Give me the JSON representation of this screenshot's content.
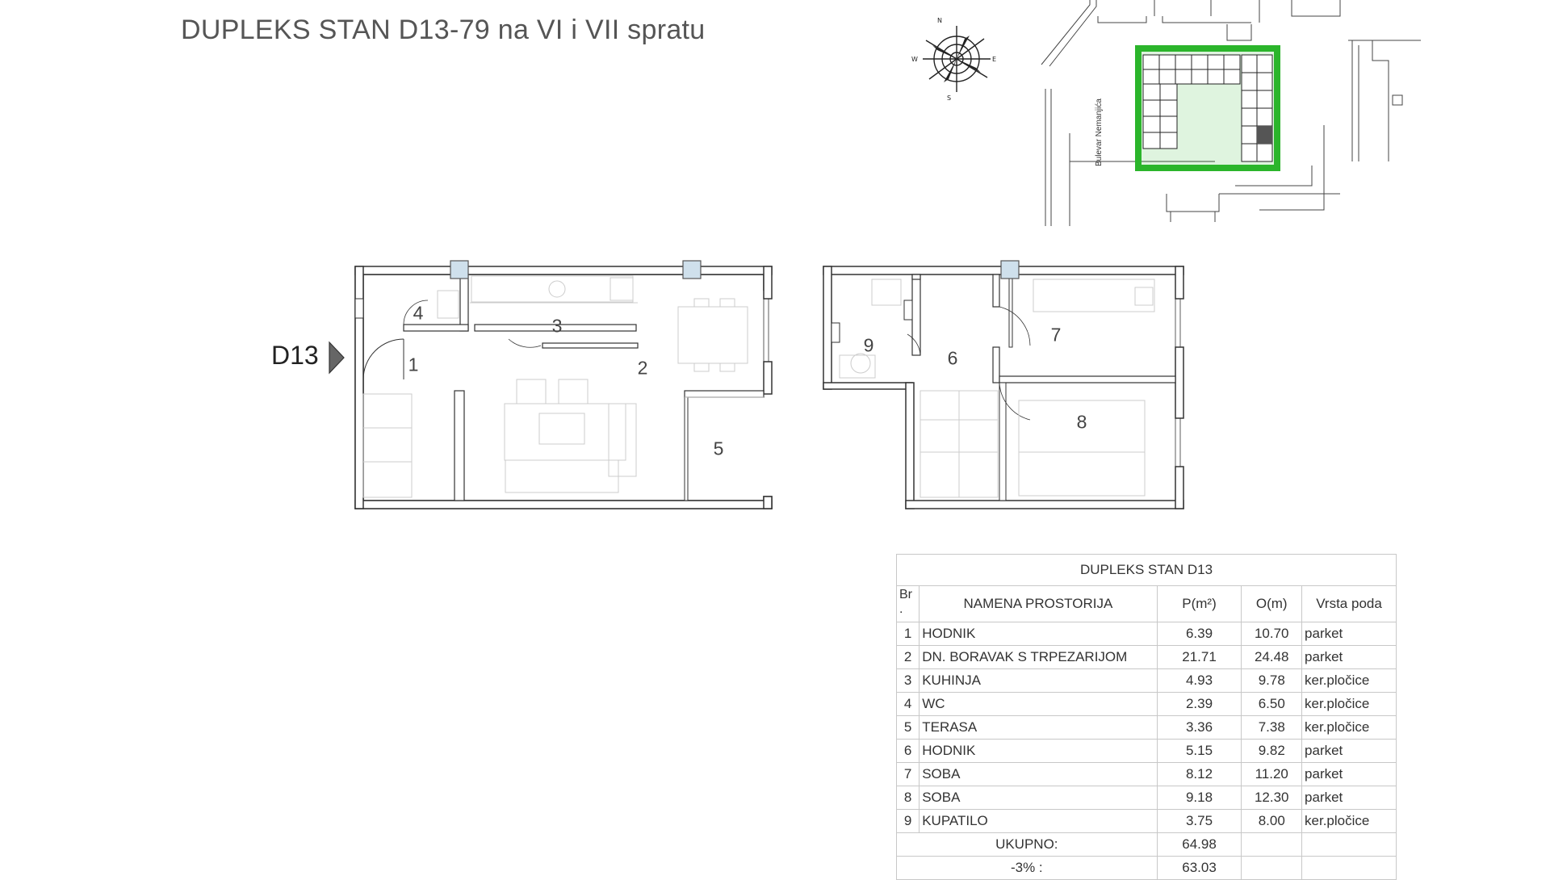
{
  "title": "DUPLEKS STAN D13-79 na VI i VII spratu",
  "site_plan": {
    "street_label": "Bulevar Nemanjića",
    "accent_color": "#2bb52b"
  },
  "compass": {
    "icon": "compass-rose-icon"
  },
  "apartment_marker": "D13",
  "rooms": [
    "1",
    "2",
    "3",
    "4",
    "5",
    "6",
    "7",
    "8",
    "9"
  ],
  "table": {
    "title": "DUPLEKS STAN D13",
    "headers": {
      "br": "Br\n.",
      "name": "NAMENA PROSTORIJA",
      "area": "P(m²)",
      "perimeter": "O(m)",
      "floor": "Vrsta poda"
    },
    "rows": [
      {
        "br": "1",
        "name": "HODNIK",
        "area": "6.39",
        "perimeter": "10.70",
        "floor": "parket"
      },
      {
        "br": "2",
        "name": "DN. BORAVAK S TRPEZARIJOM",
        "area": "21.71",
        "perimeter": "24.48",
        "floor": "parket"
      },
      {
        "br": "3",
        "name": "KUHINJA",
        "area": "4.93",
        "perimeter": "9.78",
        "floor": "ker.pločice"
      },
      {
        "br": "4",
        "name": "WC",
        "area": "2.39",
        "perimeter": "6.50",
        "floor": "ker.pločice"
      },
      {
        "br": "5",
        "name": "TERASA",
        "area": "3.36",
        "perimeter": "7.38",
        "floor": "ker.pločice"
      },
      {
        "br": "6",
        "name": "HODNIK",
        "area": "5.15",
        "perimeter": "9.82",
        "floor": "parket"
      },
      {
        "br": "7",
        "name": "SOBA",
        "area": "8.12",
        "perimeter": "11.20",
        "floor": "parket"
      },
      {
        "br": "8",
        "name": "SOBA",
        "area": "9.18",
        "perimeter": "12.30",
        "floor": "parket"
      },
      {
        "br": "9",
        "name": "KUPATILO",
        "area": "3.75",
        "perimeter": "8.00",
        "floor": "ker.pločice"
      }
    ],
    "total_label": "UKUPNO:",
    "total_value": "64.98",
    "reduced_label": "-3% :",
    "reduced_value": "63.03"
  }
}
